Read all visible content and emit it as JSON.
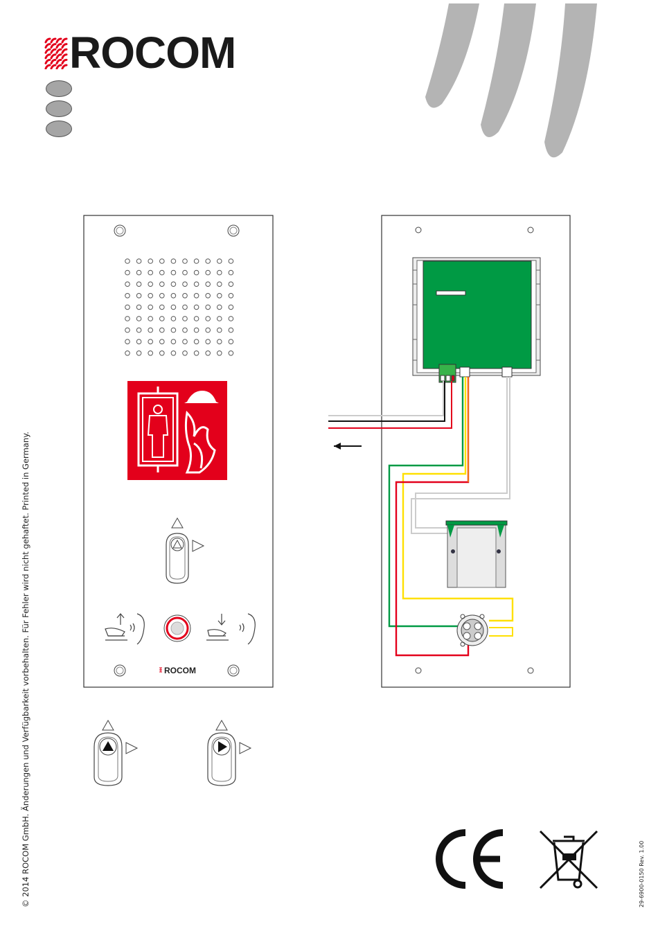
{
  "brand": {
    "name": "ROCOM",
    "panel_logo": "ROCOM",
    "logo_icon": "rocom-wave-mark-icon",
    "accent_red": "#e3001b",
    "grey_swoosh": "#b4b4b4"
  },
  "language_markers": {
    "count": 3,
    "icon": "grey-oval-icon"
  },
  "figures": {
    "front_panel": {
      "speaker_grille": {
        "rows": 9,
        "cols": 10
      },
      "pictogram": "fire-lift-pictogram",
      "buttons": [
        "alarm-button",
        "call-button"
      ],
      "signals": [
        "microphone-up-speaker-icon",
        "speaker-down-speaker-icon"
      ]
    },
    "rear_panel": {
      "module": "pcb-module",
      "relay": "relay-block",
      "terminal": "screw-terminal",
      "wire_colors": [
        "#ffffff",
        "#000000",
        "#e3001b",
        "#ffe000",
        "#009a44",
        "#c8c8c8"
      ]
    },
    "button_variants": [
      "triangle-up-button",
      "triangle-right-button"
    ]
  },
  "footer": {
    "copyright": "© 2014 ROCOM GmbH. Änderungen und Verfügbarkeit vorbehalten. Für Fehler wird nicht gehaftet. Printed in Germany.",
    "doc_number": "29-6900-0150 Rev. 1.00",
    "ce_mark": "CE",
    "weee_icon": "crossed-bin-icon"
  }
}
